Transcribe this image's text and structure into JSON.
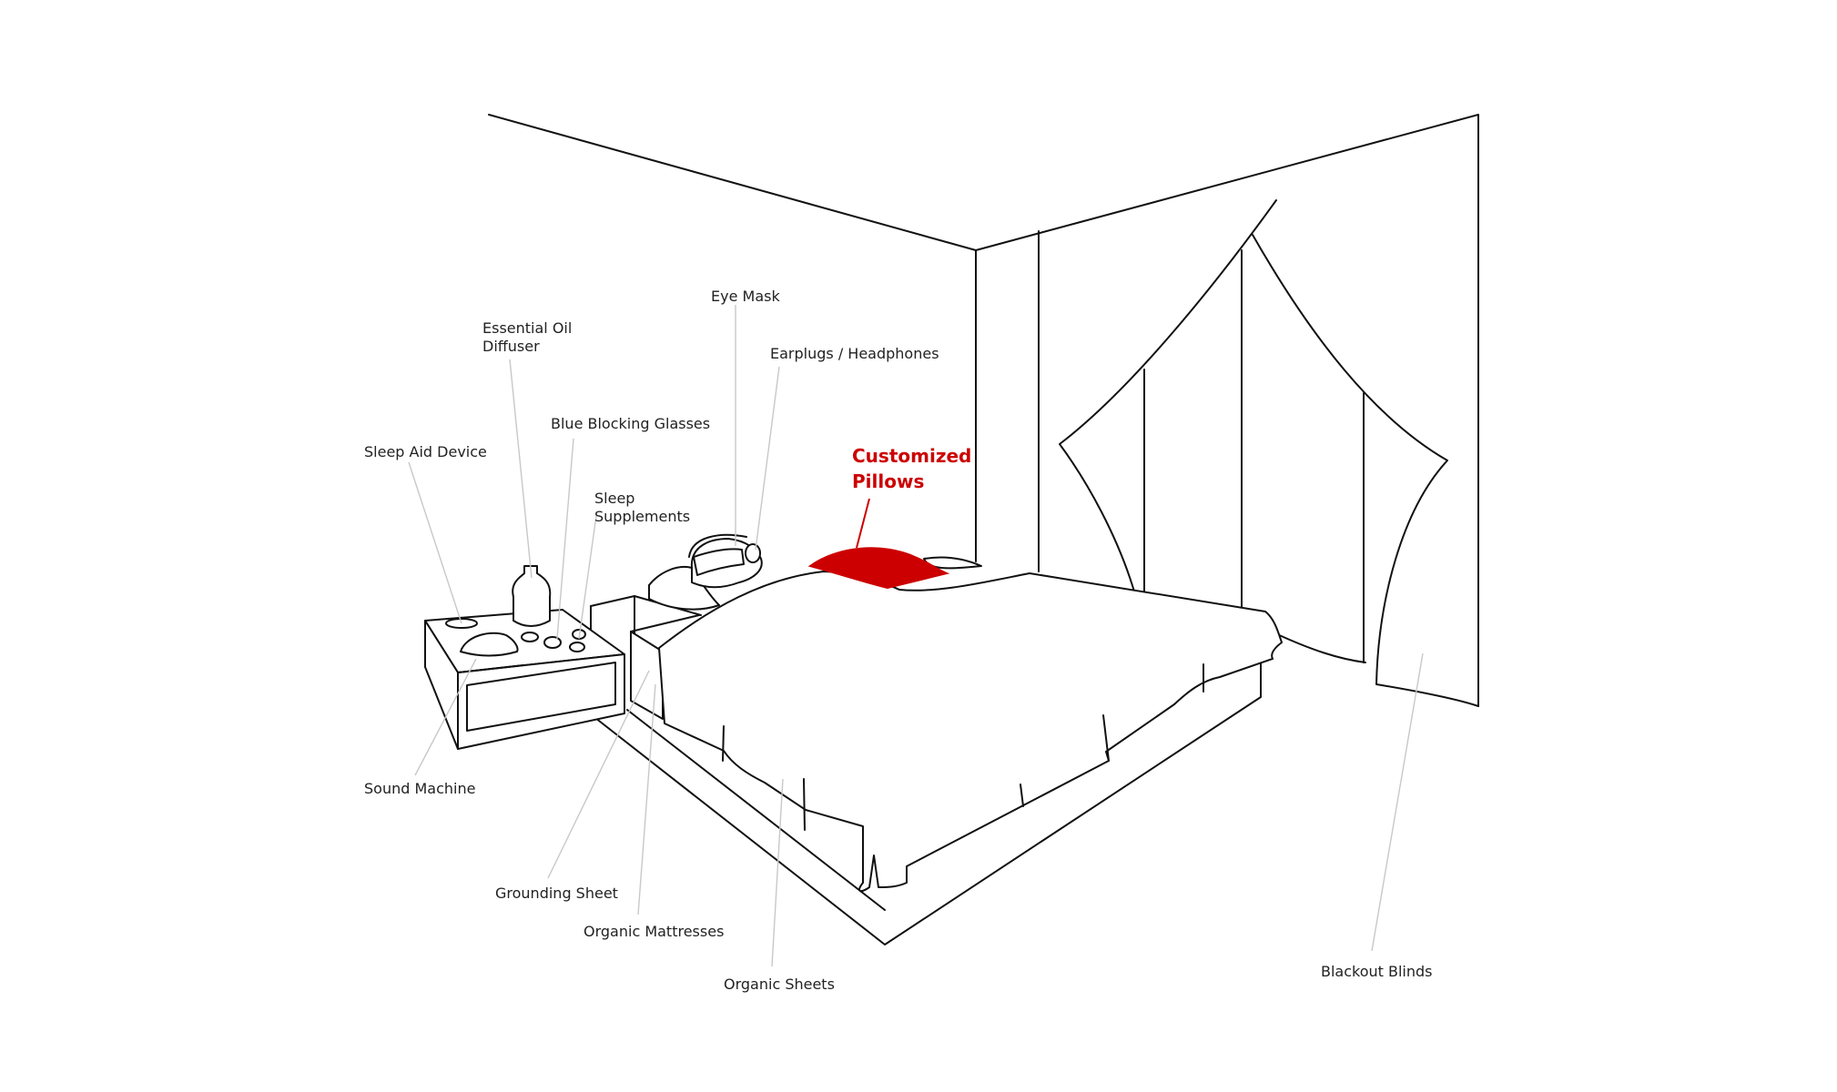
{
  "colors": {
    "ink": "#111111",
    "leader": "#c8c8c8",
    "highlight": "#cc0000",
    "text": "#222222",
    "background": "#ffffff"
  },
  "labels": {
    "essential_oil_diffuser": "Essential Oil\nDiffuser",
    "eye_mask": "Eye Mask",
    "earplugs_headphones": "Earplugs / Headphones",
    "blue_blocking_glasses": "Blue Blocking Glasses",
    "sleep_aid_device": "Sleep Aid Device",
    "sleep_supplements": "Sleep\nSupplements",
    "customized_pillows": "Customized\nPillows",
    "sound_machine": "Sound Machine",
    "grounding_sheet": "Grounding Sheet",
    "organic_mattresses": "Organic Mattresses",
    "organic_sheets": "Organic Sheets",
    "blackout_blinds": "Blackout Blinds"
  }
}
